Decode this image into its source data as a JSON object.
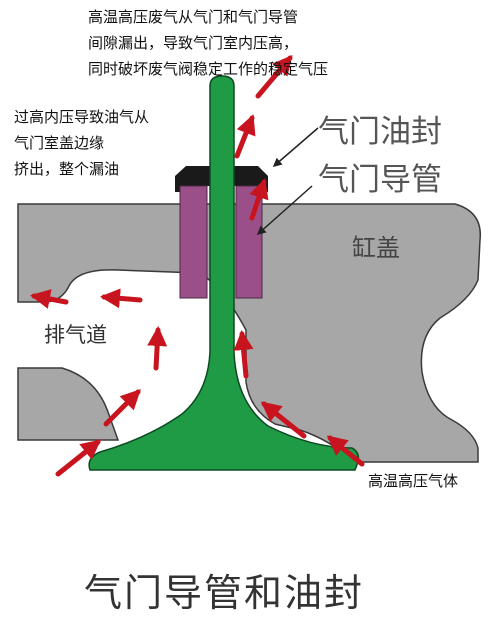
{
  "annotations": {
    "top_note": {
      "line1": "高温高压废气从气门和气门导管",
      "line2": "间隙漏出，导致气门室内压高，",
      "line3": "同时破坏废气阀稳定工作的稳定气压"
    },
    "left_note": {
      "line1": "过高内压导致油气从",
      "line2": "气门室盖边缘",
      "line3": "挤出，整个漏油"
    },
    "gas_label": "高温高压气体"
  },
  "labels": {
    "valve_seal": "气门油封",
    "valve_guide": "气门导管",
    "cylinder_head": "缸盖",
    "exhaust_port": "排气道"
  },
  "caption": "气门导管和油封",
  "colors": {
    "valve": "#1f9a45",
    "guide": "#9a4f88",
    "seal": "#1a1a1a",
    "head": "#a7a7a7",
    "arrow": "#c8141e"
  }
}
